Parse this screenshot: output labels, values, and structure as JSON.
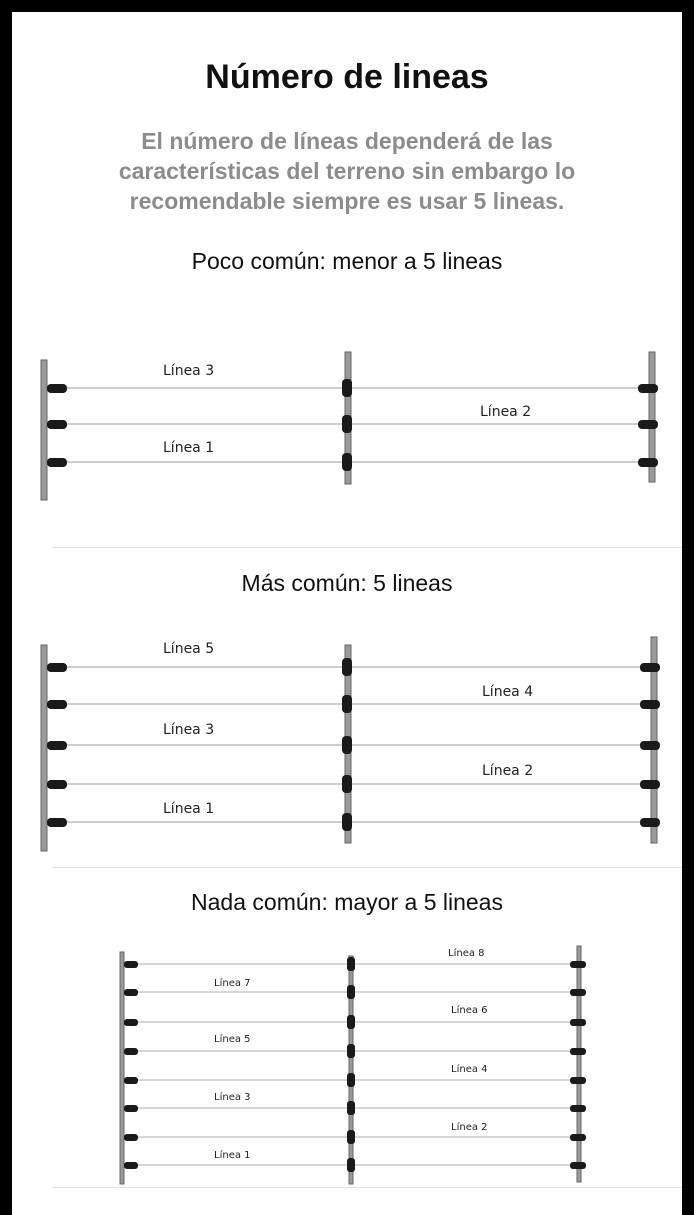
{
  "header": {
    "title": "Número de lineas",
    "description_lines": [
      "El número de líneas dependerá de las",
      "características del terreno sin embargo lo",
      "recomendable siempre es usar 5 lineas."
    ]
  },
  "sections": [
    {
      "title": "Poco común: menor a 5 lineas",
      "line_labels": [
        "Línea 3",
        "Línea 2",
        "Línea 1"
      ]
    },
    {
      "title": "Más común: 5 lineas",
      "line_labels": [
        "Línea 5",
        "Línea 4",
        "Línea 3",
        "Línea 2",
        "Línea 1"
      ]
    },
    {
      "title": "Nada común: mayor a 5 lineas",
      "line_labels": [
        "Línea 8",
        "Línea 7",
        "Línea 6",
        "Línea 5",
        "Línea 4",
        "Línea 3",
        "Línea 2",
        "Línea 1"
      ]
    }
  ],
  "colors": {
    "title": "#111111",
    "description": "#8c8c8c",
    "wire": "#bdbdbd",
    "post": "#9a9a9a",
    "insulator": "#1a1a1a"
  }
}
